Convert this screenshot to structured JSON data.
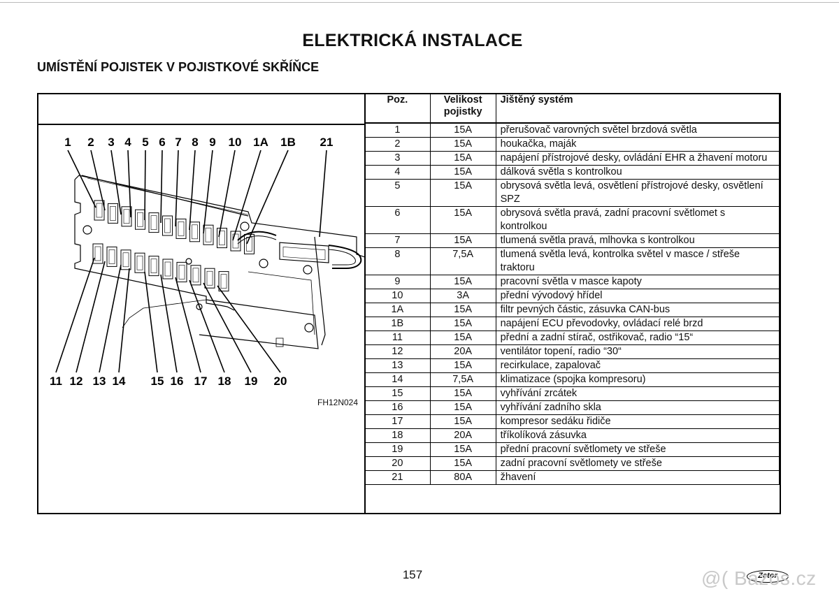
{
  "document": {
    "title": "ELEKTRICKÁ INSTALACE",
    "subtitle": "UMÍSTĚNÍ POJISTEK V POJISTKOVÉ SKŘÍŇCE",
    "page_number": "157",
    "logo_text": "Zetor",
    "watermark": "@( Bazos.cz"
  },
  "diagram": {
    "code": "FH12N024",
    "top_labels": [
      "1",
      "2",
      "3",
      "4",
      "5",
      "6",
      "7",
      "8",
      "9",
      "10",
      "1A",
      "1B",
      "21"
    ],
    "bottom_labels": [
      "11",
      "12",
      "13",
      "14",
      "15",
      "16",
      "17",
      "18",
      "19",
      "20"
    ]
  },
  "table": {
    "headers": {
      "pos": "Poz.",
      "size": "Velikost pojistky",
      "system": "Jištěný systém"
    },
    "rows": [
      {
        "pos": "1",
        "size": "15A",
        "system": "přerušovač varovných světel brzdová světla"
      },
      {
        "pos": "2",
        "size": "15A",
        "system": "houkačka, maják"
      },
      {
        "pos": "3",
        "size": "15A",
        "system": "napájení přístrojové desky, ovládání EHR a žhavení motoru"
      },
      {
        "pos": "4",
        "size": "15A",
        "system": "dálková světla s kontrolkou"
      },
      {
        "pos": "5",
        "size": "15A",
        "system": "obrysová světla levá, osvětlení přístrojové desky, osvětlení SPZ"
      },
      {
        "pos": "6",
        "size": "15A",
        "system": "obrysová světla pravá, zadní pracovní světlomet s kontrolkou"
      },
      {
        "pos": "7",
        "size": "15A",
        "system": "tlumená světla pravá, mlhovka s kontrolkou"
      },
      {
        "pos": "8",
        "size": "7,5A",
        "system": "tlumená světla levá, kontrolka světel v masce / střeše traktoru"
      },
      {
        "pos": "9",
        "size": "15A",
        "system": "pracovní světla v masce kapoty"
      },
      {
        "pos": "10",
        "size": "3A",
        "system": "přední vývodový hřídel"
      },
      {
        "pos": "1A",
        "size": "15A",
        "system": "filtr pevných částic, zásuvka CAN-bus"
      },
      {
        "pos": "1B",
        "size": "15A",
        "system": "napájení ECU převodovky, ovládací relé brzd"
      },
      {
        "pos": "11",
        "size": "15A",
        "system": "přední a zadní stírač, ostřikovač, radio “15“"
      },
      {
        "pos": "12",
        "size": "20A",
        "system": "ventilátor topení, radio “30“"
      },
      {
        "pos": "13",
        "size": "15A",
        "system": "recirkulace, zapalovač"
      },
      {
        "pos": "14",
        "size": "7,5A",
        "system": "klimatizace (spojka kompresoru)"
      },
      {
        "pos": "15",
        "size": "15A",
        "system": "vyhřívání zrcátek"
      },
      {
        "pos": "16",
        "size": "15A",
        "system": "vyhřívání zadního skla"
      },
      {
        "pos": "17",
        "size": "15A",
        "system": "kompresor sedáku řidiče"
      },
      {
        "pos": "18",
        "size": "20A",
        "system": "tříkolíková zásuvka"
      },
      {
        "pos": "19",
        "size": "15A",
        "system": "přední pracovní světlomety ve střeše"
      },
      {
        "pos": "20",
        "size": "15A",
        "system": "zadní pracovní světlomety ve střeše"
      },
      {
        "pos": "21",
        "size": "80A",
        "system": "žhavení"
      }
    ]
  }
}
